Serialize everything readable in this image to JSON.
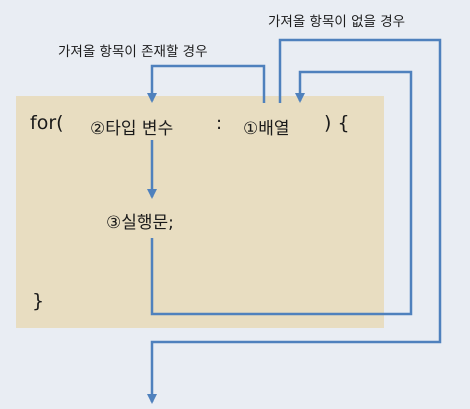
{
  "labels": {
    "no_item": "가져올 항목이 없을 경우",
    "item_exists": "가져올 항목이 존재할 경우"
  },
  "code": {
    "for_keyword": "for(",
    "type_var": "②타입 변수",
    "colon": ":",
    "array": "①배열",
    "close_paren_brace": ") {",
    "statement": "③실행문;",
    "close_brace": "}"
  },
  "colors": {
    "arrow": "#4f81bd",
    "code_background": "#e8ddc1",
    "page_background": "#e9edf3"
  }
}
